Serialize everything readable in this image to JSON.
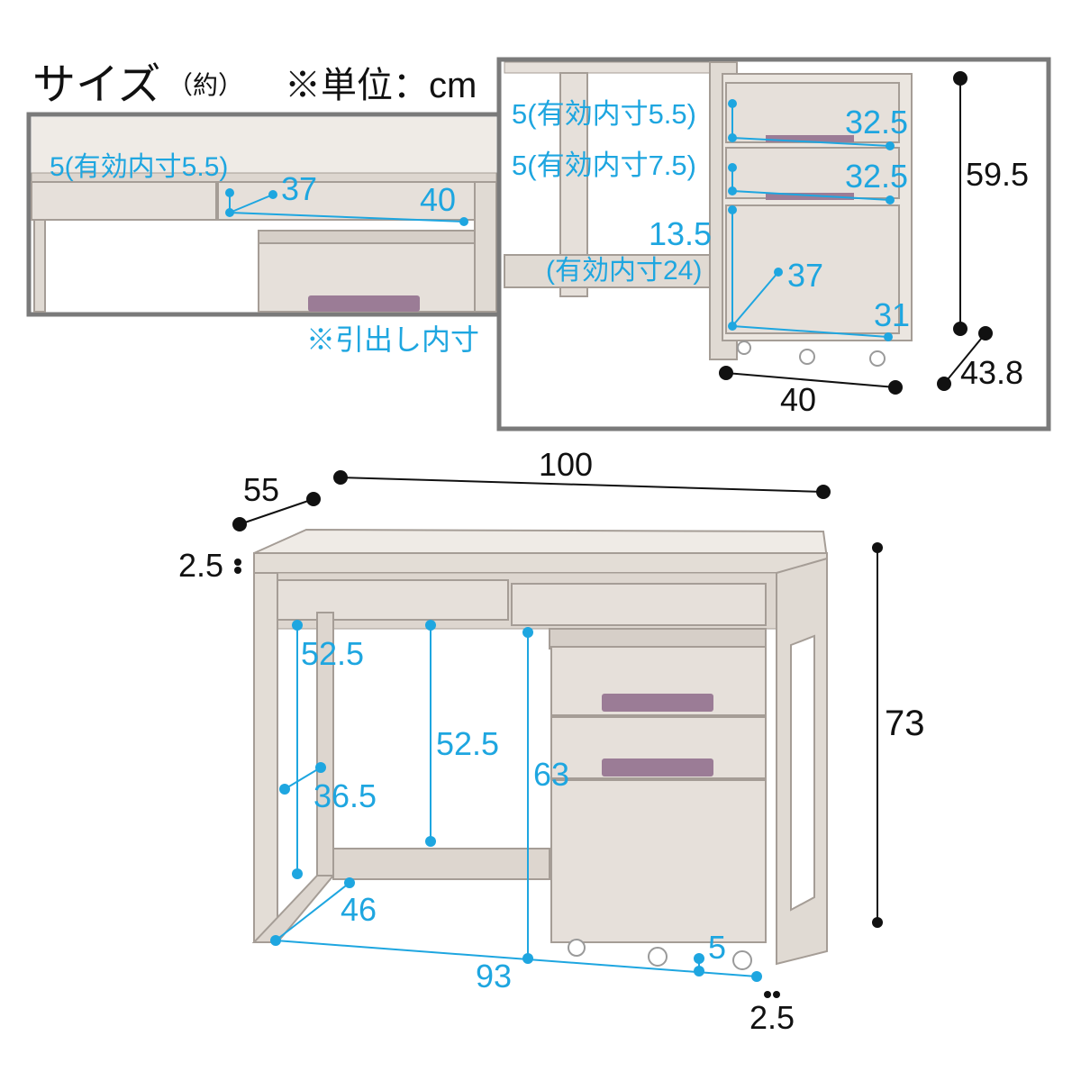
{
  "header": {
    "title": "サイズ",
    "approx": "（約）",
    "unit_note": "※単位：cm"
  },
  "inset_left": {
    "top_drawer_depth": "5(有効内寸5.5)",
    "drawer_depth": "37",
    "drawer_width": "40",
    "footnote": "※引出し内寸"
  },
  "inset_right": {
    "drawer1_height": "5(有効内寸5.5)",
    "drawer1_width": "32.5",
    "drawer2_height": "5(有効内寸7.5)",
    "drawer2_width": "32.5",
    "drawer3_height": "13.5",
    "drawer3_effective": "(有効内寸24)",
    "drawer3_depth": "37",
    "drawer3_width": "31",
    "wagon_height": "59.5",
    "wagon_depth": "43.8",
    "wagon_width": "40"
  },
  "desk": {
    "width": "100",
    "depth": "55",
    "top_thickness": "2.5",
    "height": "73",
    "leg_clear_height": "52.5",
    "center_clear_height": "52.5",
    "side_panel_height": "36.5",
    "leg_depth": "46",
    "clear_width": "93",
    "under_drawer_height": "63",
    "offset": "5",
    "leg_width": "2.5"
  },
  "colors": {
    "wood": "#e6e0da",
    "wood_edge": "#8f8882",
    "handle": "#9b7c96",
    "dimension_blue": "#1ea6e0",
    "dimension_black": "#111111",
    "frame_gray": "#7a7a7a"
  }
}
